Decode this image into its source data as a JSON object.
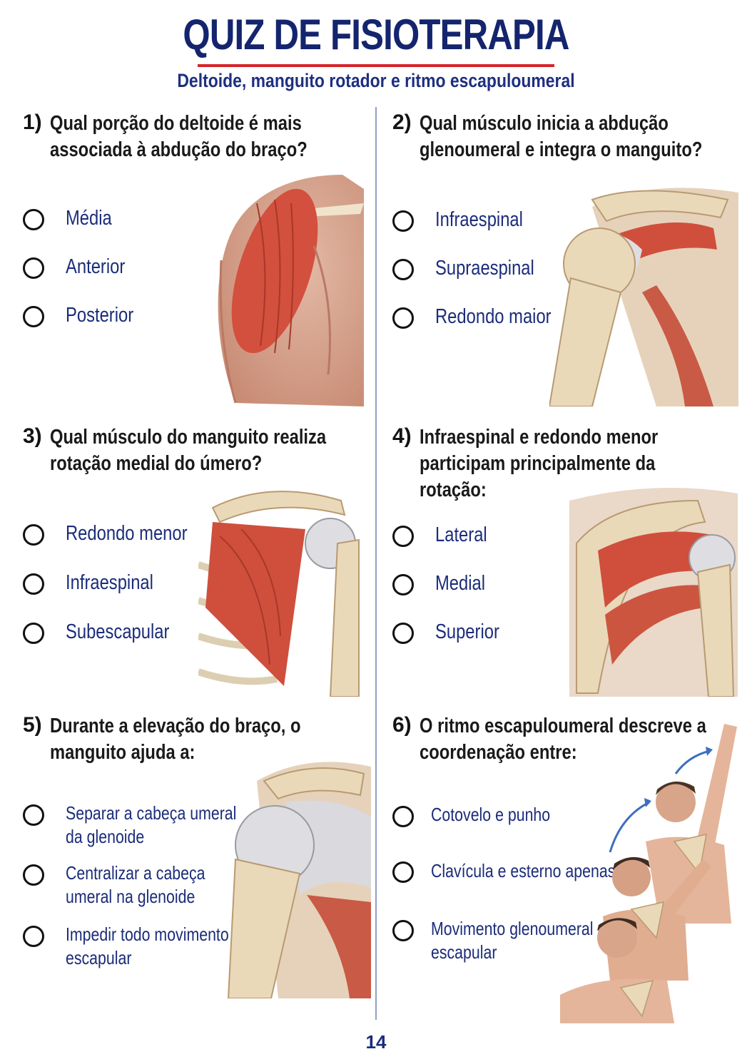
{
  "header": {
    "title": "QUIZ DE FISIOTERAPIA",
    "subtitle": "Deltoide, manguito rotador e ritmo escapuloumeral"
  },
  "questions": [
    {
      "number": "1)",
      "text": "Qual porção do deltoide é mais associada à abdução do braço?",
      "options": [
        "Média",
        "Anterior",
        "Posterior"
      ],
      "illustration": "deltoid-shoulder"
    },
    {
      "number": "2)",
      "text": "Qual músculo inicia a abdução glenoumeral e integra o manguito?",
      "options": [
        "Infraespinal",
        "Supraespinal",
        "Redondo maior"
      ],
      "illustration": "supraspinatus-shoulder"
    },
    {
      "number": "3)",
      "text": "Qual músculo do manguito realiza rotação medial do úmero?",
      "options": [
        "Redondo menor",
        "Infraespinal",
        "Subescapular"
      ],
      "illustration": "subscapularis-shoulder"
    },
    {
      "number": "4)",
      "text": "Infraespinal e redondo menor participam principalmente da rotação:",
      "options": [
        "Lateral",
        "Medial",
        "Superior"
      ],
      "illustration": "infraspinatus-shoulder"
    },
    {
      "number": "5)",
      "text": "Durante a elevação do braço, o manguito ajuda a:",
      "options": [
        "Separar a cabeça umeral da glenoide",
        "Centralizar a cabeça umeral na glenoide",
        "Impedir todo movimento escapular"
      ],
      "illustration": "rotator-cuff-joint"
    },
    {
      "number": "6)",
      "text": "O ritmo escapuloumeral descreve a coordenação entre:",
      "options": [
        "Cotovelo e punho",
        "Clavícula e esterno apenas",
        "Movimento glenoumeral e escapular"
      ],
      "illustration": "scapulohumeral-rhythm"
    }
  ],
  "footer": {
    "page_number": "14"
  },
  "colors": {
    "title": "#14246e",
    "accent_line": "#d6242a",
    "option_text": "#1b2c7a",
    "muscle": "#c8503c",
    "bone": "#ead9b8"
  }
}
